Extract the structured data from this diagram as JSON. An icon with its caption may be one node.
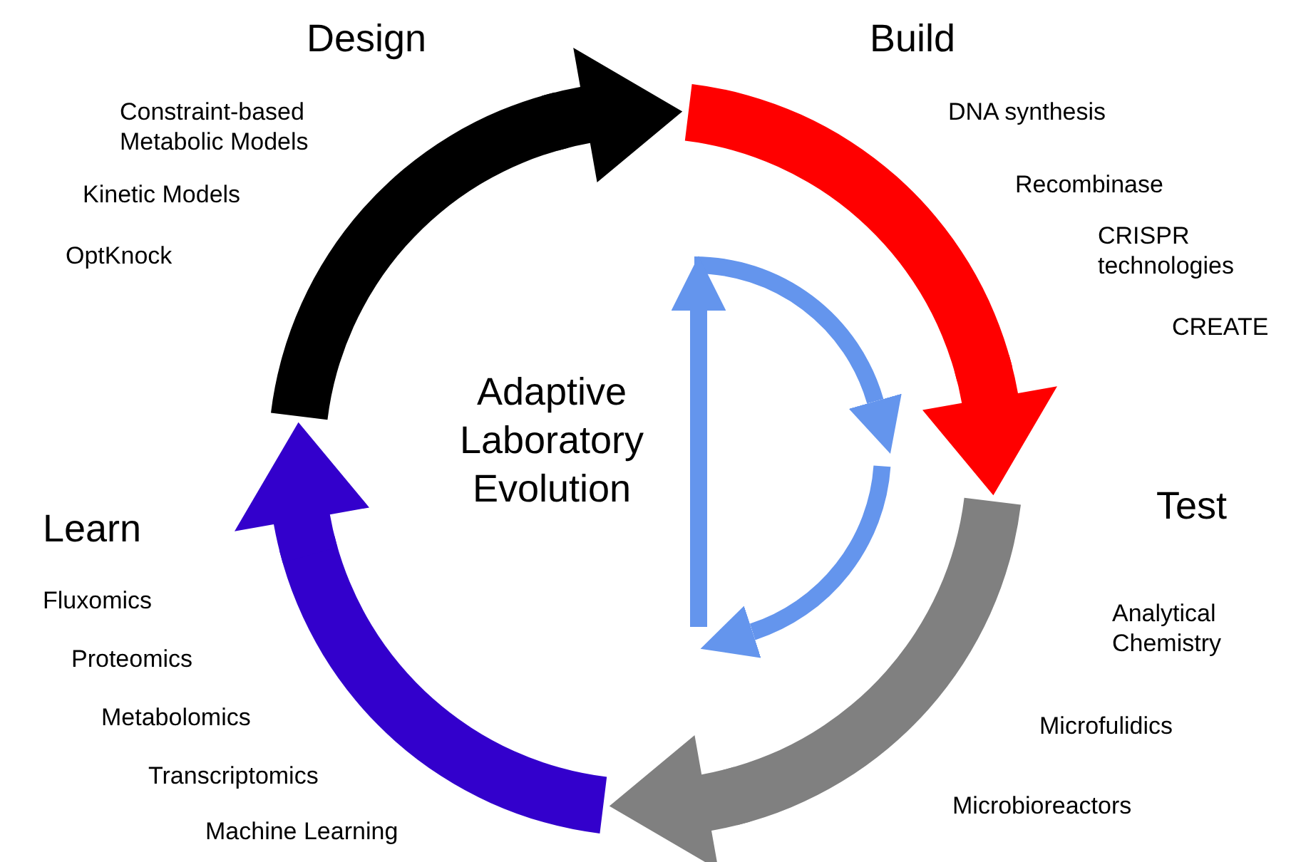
{
  "diagram": {
    "nodes": [
      {
        "text": [
          "Design"
        ],
        "beside": [
          "Constraint-based Metabolic Models",
          "Kinetic Models",
          "OptKnock"
        ]
      },
      {
        "text": [
          "Build"
        ],
        "beside": [
          "DNA synthesis",
          "Recombinase",
          "CRISPR technologies",
          "CREATE"
        ]
      },
      {
        "text": [
          "Test"
        ],
        "beside": [
          "Analytical Chemistry",
          "Microfulidics",
          "Microbioreactors"
        ]
      },
      {
        "text": [
          "Learn"
        ],
        "beside": [
          "Fluxomics",
          "Proteomics",
          "Metabolomics",
          "Transcriptomics",
          "Machine Learning"
        ]
      },
      {
        "text": [
          "Adaptive Laboratory Evolution"
        ]
      }
    ],
    "edges": [
      {
        "from": 0,
        "to": 1,
        "arrow": "to",
        "color": "#000000"
      },
      {
        "from": 1,
        "to": 2,
        "arrow": "to",
        "color": "#ff0000"
      },
      {
        "from": 2,
        "to": 3,
        "arrow": "to",
        "color": "#808080"
      },
      {
        "from": 3,
        "to": 0,
        "arrow": "to",
        "color": "#3300cc"
      }
    ]
  }
}
